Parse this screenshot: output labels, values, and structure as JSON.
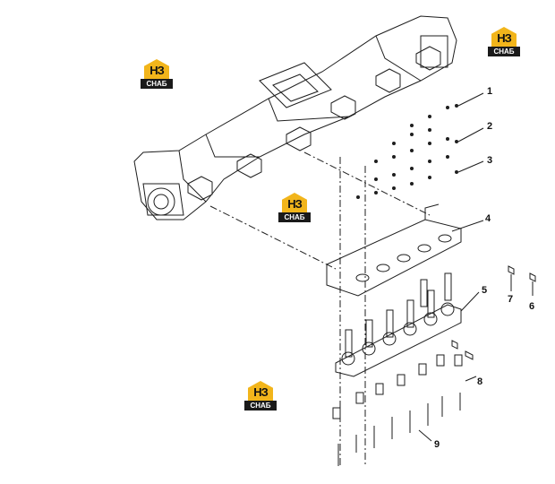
{
  "callouts": [
    {
      "label": "1"
    },
    {
      "label": "2"
    },
    {
      "label": "3"
    },
    {
      "label": "4"
    },
    {
      "label": "5"
    },
    {
      "label": "7"
    },
    {
      "label": "6"
    },
    {
      "label": "8"
    },
    {
      "label": "9"
    }
  ],
  "watermark": {
    "mark": "НЗ",
    "band": "СНАБ"
  },
  "colors": {
    "line": "#1e1e1e",
    "logo_yellow": "#f2b51b",
    "logo_black": "#1a1a1a"
  }
}
